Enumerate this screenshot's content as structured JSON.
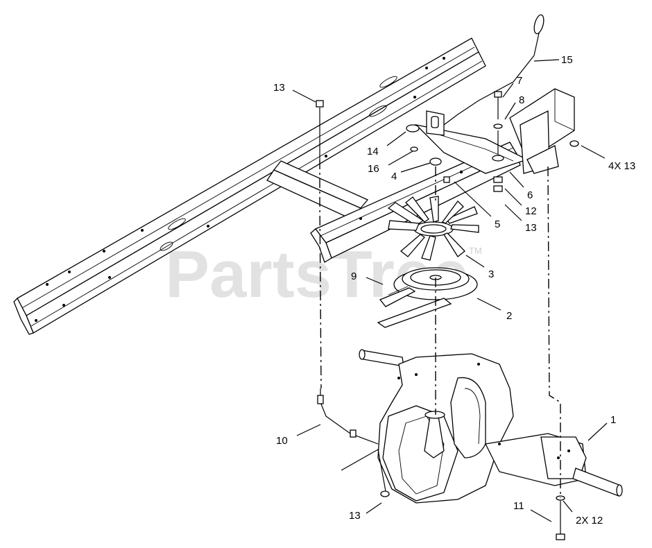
{
  "watermark": {
    "text": "PartsTree",
    "trademark": "TM"
  },
  "callouts": [
    {
      "id": "c15",
      "text": "15"
    },
    {
      "id": "c7",
      "text": "7"
    },
    {
      "id": "c8",
      "text": "8"
    },
    {
      "id": "c13a",
      "text": "13"
    },
    {
      "id": "c14",
      "text": "14"
    },
    {
      "id": "c16",
      "text": "16"
    },
    {
      "id": "c4",
      "text": "4"
    },
    {
      "id": "c4x13",
      "text": "4X 13"
    },
    {
      "id": "c6",
      "text": "6"
    },
    {
      "id": "c12",
      "text": "12"
    },
    {
      "id": "c5",
      "text": "5"
    },
    {
      "id": "c13b",
      "text": "13"
    },
    {
      "id": "c3",
      "text": "3"
    },
    {
      "id": "c9",
      "text": "9"
    },
    {
      "id": "c2",
      "text": "2"
    },
    {
      "id": "c1",
      "text": "1"
    },
    {
      "id": "c10",
      "text": "10"
    },
    {
      "id": "c11",
      "text": "11"
    },
    {
      "id": "c2x12",
      "text": "2X 12"
    },
    {
      "id": "c13c",
      "text": "13"
    }
  ]
}
